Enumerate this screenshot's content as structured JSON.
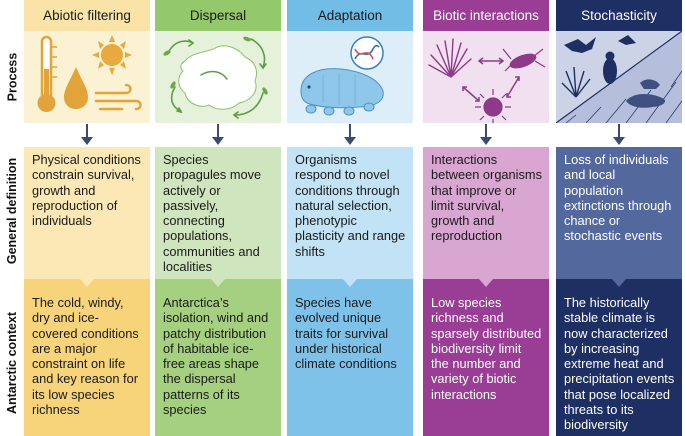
{
  "rows": {
    "process": "Process",
    "general": "General definition",
    "context": "Antarctic context"
  },
  "columns": [
    {
      "title": "Abiotic filtering",
      "definition": "Physical conditions constrain survival, growth and reproduction of individuals",
      "context": "The cold, windy, dry and ice-covered conditions are a major constraint on life and key reason for its low species richness",
      "colors": {
        "header": "#fae3a6",
        "icon": "#fbf1d3",
        "def": "#fbe8b4",
        "ctx": "#f7d47a",
        "text": "#1a1a1a"
      }
    },
    {
      "title": "Dispersal",
      "definition": "Species propagules move actively or passively, connecting populations, communities and localities",
      "context": "Antarctica’s isolation, wind and patchy distribution of habitable ice-free areas shape the dispersal patterns of its species",
      "colors": {
        "header": "#93c86b",
        "icon": "#e5f1da",
        "def": "#cfe5bd",
        "ctx": "#a5d07f",
        "text": "#1a1a1a"
      }
    },
    {
      "title": "Adaptation",
      "definition": "Organisms respond to novel conditions through natural selection, phenotypic plasticity and range shifts",
      "context": "Species have evolved unique traits for survival under historical climate conditions",
      "colors": {
        "header": "#72bde6",
        "icon": "#ddeef9",
        "def": "#c2e2f5",
        "ctx": "#7ec2ea",
        "text": "#1a1a1a"
      }
    },
    {
      "title": "Biotic interactions",
      "definition": "Interactions between organisms that improve or limit survival, growth and reproduction",
      "context": "Low species richness and sparsely distributed biodiversity limit the number and variety of biotic interactions",
      "colors": {
        "header": "#9a3e95",
        "icon": "#f1e0ef",
        "def": "#d9a6d2",
        "ctx": "#9a3e95",
        "text": "#ffffff"
      }
    },
    {
      "title": "Stochasticity",
      "definition": "Loss of individuals and local population extinctions through chance or stochastic events",
      "context": "The historically stable climate is now characterized by increasing extreme heat and precipitation events that pose localized threats to its biodiversity",
      "colors": {
        "header": "#1d2f63",
        "icon": "#ccd3e6",
        "def": "#53689c",
        "ctx": "#1d2f63",
        "text": "#ffffff"
      }
    }
  ]
}
